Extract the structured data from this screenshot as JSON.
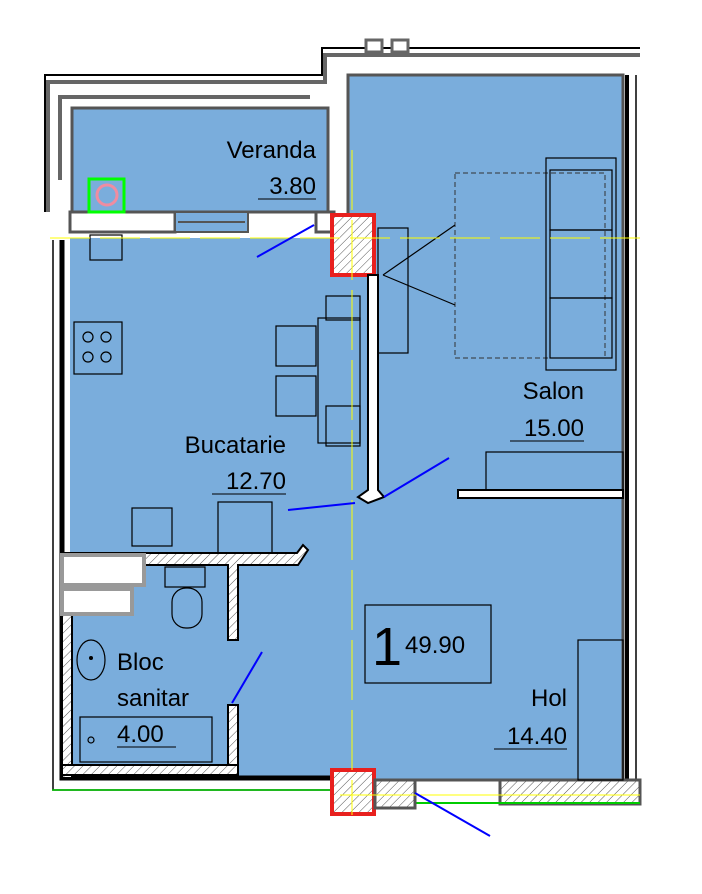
{
  "plan": {
    "rooms": [
      {
        "name": "Veranda",
        "area": "3.80"
      },
      {
        "name": "Salon",
        "area": "15.00"
      },
      {
        "name": "Bucatarie",
        "area": "12.70"
      },
      {
        "name": "Bloc",
        "name2": "sanitar",
        "area": "4.00"
      },
      {
        "name": "Hol",
        "area": "14.40"
      }
    ],
    "unit": {
      "rooms_count": "1",
      "total_area": "49.90"
    },
    "colors": {
      "floor": "#7aaddc",
      "wall": "#000000",
      "column": "#e8201e",
      "axis": "#ffff00",
      "door_swing": "#0000ff"
    }
  }
}
